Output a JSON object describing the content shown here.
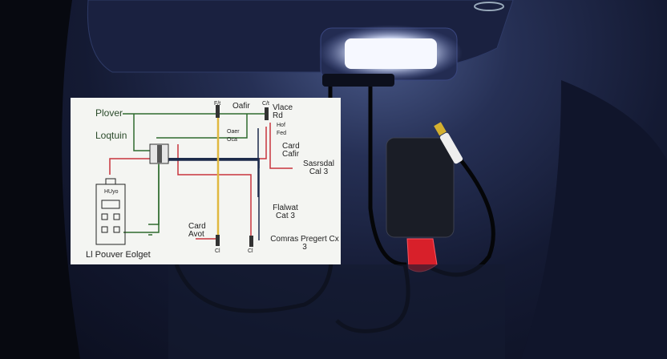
{
  "diagram": {
    "labels": {
      "power": "Plover",
      "login": "Loqtuin",
      "top_a": "F/t",
      "top_b": "Oafir",
      "top_c": "C/t",
      "vlace": "Vlace Rd",
      "hof": "Hof Fed",
      "oaer": "Oaer Oca",
      "card_cafir": "Card Cafir",
      "sasrsdal": "Sasrsdal Cal 3",
      "flalwat": "Flalwat Cat 3",
      "comras": "Comras Pregert Cx 3",
      "card_avot": "Card Avot",
      "cl1": "Cl",
      "cl2": "Cl",
      "device": "HUyo",
      "caption": "Ll Pouver Eolget"
    },
    "colors": {
      "green": "#2e6b2e",
      "red": "#c8353c",
      "yellow": "#e0b840",
      "navy": "#1c2a4a"
    }
  }
}
